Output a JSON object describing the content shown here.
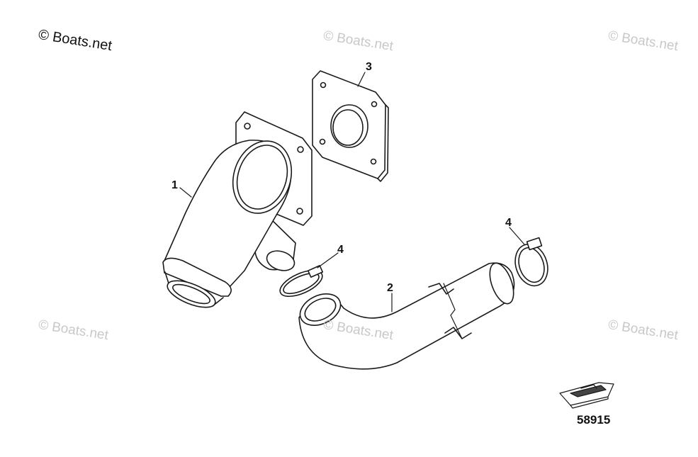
{
  "watermark_main": "© Boats.net",
  "watermark_faint": "© Boats.net",
  "callouts": {
    "elbow": "1",
    "hose": "2",
    "gasket": "3",
    "clamp_left": "4",
    "clamp_right": "4"
  },
  "reference_number": "58915",
  "colors": {
    "line": "#1a1a1a",
    "watermark": "#c8c8c8",
    "background": "#ffffff"
  }
}
